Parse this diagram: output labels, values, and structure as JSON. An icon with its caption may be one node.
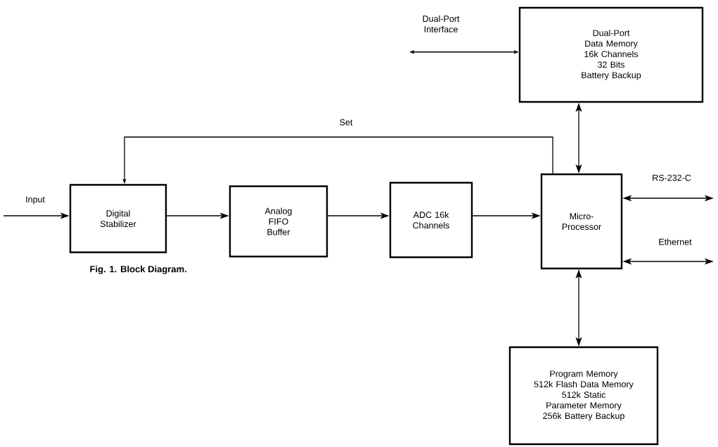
{
  "diagram": {
    "caption": "Fig. 1. Block Diagram.",
    "nodes": [
      {
        "text": [
          "Dual-Port",
          "Data Memory",
          "16k Channels",
          "32 Bits",
          "Battery Backup"
        ]
      },
      {
        "text": [
          "Digital Stabilizer"
        ]
      },
      {
        "text": [
          "Analog FIFO Buffer"
        ]
      },
      {
        "text": [
          "ADC 16k Channels"
        ]
      },
      {
        "text": [
          "Micro-Processor"
        ]
      },
      {
        "text": [
          "Program Memory",
          "512k Flash Data Memory",
          "512k Static",
          "Parameter Memory",
          "256k Battery Backup"
        ]
      }
    ],
    "edges": [
      {
        "from": null,
        "to": 1,
        "arrow": "to",
        "label": "Input"
      },
      {
        "from": 1,
        "to": 2,
        "arrow": "to"
      },
      {
        "from": 2,
        "to": 3,
        "arrow": "to"
      },
      {
        "from": 3,
        "to": 4,
        "arrow": "to"
      },
      {
        "from": 4,
        "to": 1,
        "arrow": "to",
        "label": "Set"
      },
      {
        "from": 0,
        "to": 4,
        "arrow": "both"
      },
      {
        "from": 4,
        "to": 5,
        "arrow": "both"
      },
      {
        "from": null,
        "to": 0,
        "arrow": "both",
        "label": "Dual-Port Interface"
      },
      {
        "from": 4,
        "to": null,
        "arrow": "both",
        "label": "RS-232-C"
      },
      {
        "from": 4,
        "to": null,
        "arrow": "both",
        "label": "Ethernet"
      }
    ]
  }
}
